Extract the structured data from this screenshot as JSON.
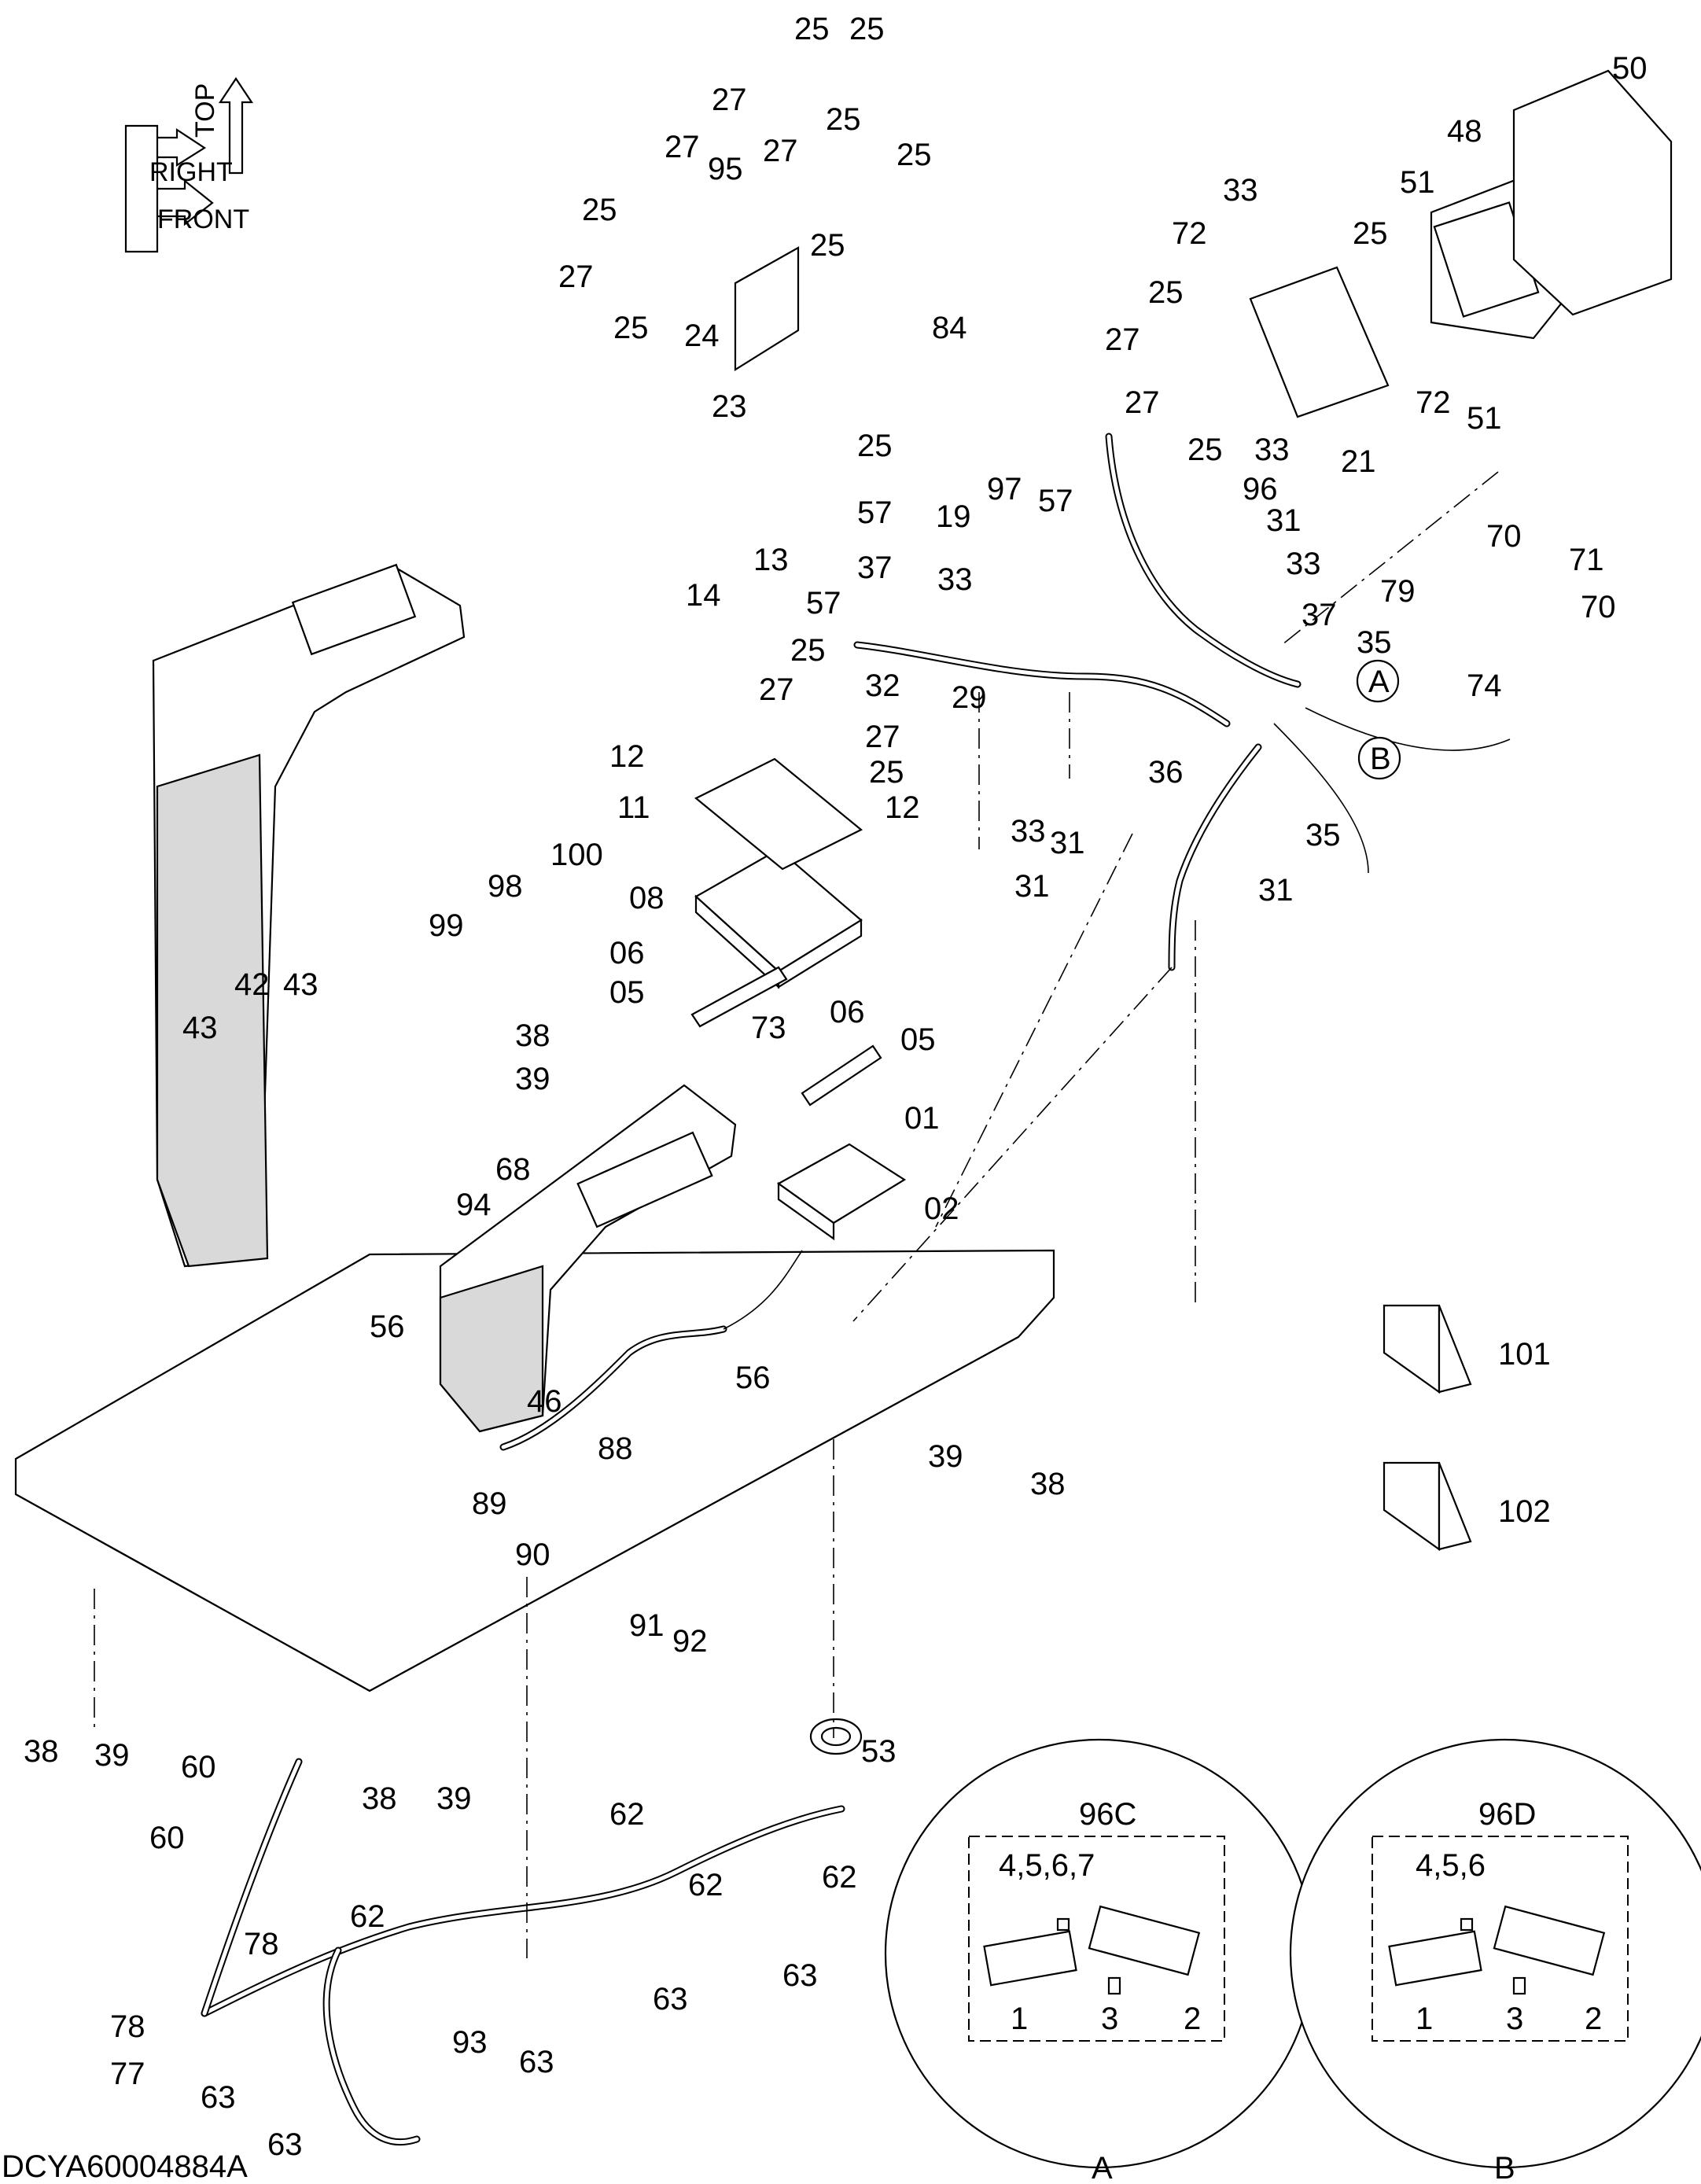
{
  "drawing_code": "DCYA60004884A",
  "orientation": {
    "labels": [
      "TOP",
      "RIGHT",
      "FRONT"
    ]
  },
  "callouts": [
    {
      "id": "c25a",
      "text": "25"
    },
    {
      "id": "c25b",
      "text": "25"
    },
    {
      "id": "c27a",
      "text": "27"
    },
    {
      "id": "c25c",
      "text": "25"
    },
    {
      "id": "c27b",
      "text": "27"
    },
    {
      "id": "c95",
      "text": "95"
    },
    {
      "id": "c27c",
      "text": "27"
    },
    {
      "id": "c25d",
      "text": "25"
    },
    {
      "id": "c25e",
      "text": "25"
    },
    {
      "id": "c25f",
      "text": "25"
    },
    {
      "id": "c27d",
      "text": "27"
    },
    {
      "id": "c25g",
      "text": "25"
    },
    {
      "id": "c24",
      "text": "24"
    },
    {
      "id": "c23",
      "text": "23"
    },
    {
      "id": "c25h",
      "text": "25"
    },
    {
      "id": "c84",
      "text": "84"
    },
    {
      "id": "c50",
      "text": "50"
    },
    {
      "id": "c48",
      "text": "48"
    },
    {
      "id": "c51a",
      "text": "51"
    },
    {
      "id": "c33a",
      "text": "33"
    },
    {
      "id": "c72a",
      "text": "72"
    },
    {
      "id": "c25i",
      "text": "25"
    },
    {
      "id": "c25j",
      "text": "25"
    },
    {
      "id": "c27e",
      "text": "27"
    },
    {
      "id": "c27f",
      "text": "27"
    },
    {
      "id": "c25k",
      "text": "25"
    },
    {
      "id": "c33b",
      "text": "33"
    },
    {
      "id": "c21",
      "text": "21"
    },
    {
      "id": "c72b",
      "text": "72"
    },
    {
      "id": "c51b",
      "text": "51"
    },
    {
      "id": "c96",
      "text": "96"
    },
    {
      "id": "c19",
      "text": "19"
    },
    {
      "id": "c97",
      "text": "97"
    },
    {
      "id": "c57a",
      "text": "57"
    },
    {
      "id": "c57b",
      "text": "57"
    },
    {
      "id": "c31a",
      "text": "31"
    },
    {
      "id": "c33c",
      "text": "33"
    },
    {
      "id": "c13",
      "text": "13"
    },
    {
      "id": "c14",
      "text": "14"
    },
    {
      "id": "c37a",
      "text": "37"
    },
    {
      "id": "c33d",
      "text": "33"
    },
    {
      "id": "c57c",
      "text": "57"
    },
    {
      "id": "c25l",
      "text": "25"
    },
    {
      "id": "c32",
      "text": "32"
    },
    {
      "id": "c29",
      "text": "29"
    },
    {
      "id": "c79",
      "text": "79"
    },
    {
      "id": "c70a",
      "text": "70"
    },
    {
      "id": "c71",
      "text": "71"
    },
    {
      "id": "c70b",
      "text": "70"
    },
    {
      "id": "c37b",
      "text": "37"
    },
    {
      "id": "c35a",
      "text": "35"
    },
    {
      "id": "c74",
      "text": "74"
    },
    {
      "id": "c27g",
      "text": "27"
    },
    {
      "id": "c27h",
      "text": "27"
    },
    {
      "id": "c25m",
      "text": "25"
    },
    {
      "id": "c12a",
      "text": "12"
    },
    {
      "id": "c11",
      "text": "11"
    },
    {
      "id": "c12b",
      "text": "12"
    },
    {
      "id": "c36",
      "text": "36"
    },
    {
      "id": "c31b",
      "text": "31"
    },
    {
      "id": "c33e",
      "text": "33"
    },
    {
      "id": "c31c",
      "text": "31"
    },
    {
      "id": "c35b",
      "text": "35"
    },
    {
      "id": "c31d",
      "text": "31"
    },
    {
      "id": "c08",
      "text": "08"
    },
    {
      "id": "c100",
      "text": "100"
    },
    {
      "id": "c98",
      "text": "98"
    },
    {
      "id": "c99",
      "text": "99"
    },
    {
      "id": "c06a",
      "text": "06"
    },
    {
      "id": "c05a",
      "text": "05"
    },
    {
      "id": "c73",
      "text": "73"
    },
    {
      "id": "c06b",
      "text": "06"
    },
    {
      "id": "c05b",
      "text": "05"
    },
    {
      "id": "c42",
      "text": "42"
    },
    {
      "id": "c43a",
      "text": "43"
    },
    {
      "id": "c43b",
      "text": "43"
    },
    {
      "id": "c38a",
      "text": "38"
    },
    {
      "id": "c39a",
      "text": "39"
    },
    {
      "id": "c01",
      "text": "01"
    },
    {
      "id": "c68",
      "text": "68"
    },
    {
      "id": "c94",
      "text": "94"
    },
    {
      "id": "c02",
      "text": "02"
    },
    {
      "id": "c56a",
      "text": "56"
    },
    {
      "id": "c46",
      "text": "46"
    },
    {
      "id": "c56b",
      "text": "56"
    },
    {
      "id": "c101",
      "text": "101"
    },
    {
      "id": "c102",
      "text": "102"
    },
    {
      "id": "c88",
      "text": "88"
    },
    {
      "id": "c89",
      "text": "89"
    },
    {
      "id": "c90",
      "text": "90"
    },
    {
      "id": "c39b",
      "text": "39"
    },
    {
      "id": "c38b",
      "text": "38"
    },
    {
      "id": "c91",
      "text": "91"
    },
    {
      "id": "c92",
      "text": "92"
    },
    {
      "id": "c38c",
      "text": "38"
    },
    {
      "id": "c39c",
      "text": "39"
    },
    {
      "id": "c60a",
      "text": "60"
    },
    {
      "id": "c38d",
      "text": "38"
    },
    {
      "id": "c39d",
      "text": "39"
    },
    {
      "id": "c53",
      "text": "53"
    },
    {
      "id": "c60b",
      "text": "60"
    },
    {
      "id": "c62a",
      "text": "62"
    },
    {
      "id": "c62b",
      "text": "62"
    },
    {
      "id": "c63a",
      "text": "63"
    },
    {
      "id": "c62c",
      "text": "62"
    },
    {
      "id": "c78a",
      "text": "78"
    },
    {
      "id": "c78b",
      "text": "78"
    },
    {
      "id": "c62d",
      "text": "62"
    },
    {
      "id": "c63b",
      "text": "63"
    },
    {
      "id": "c77",
      "text": "77"
    },
    {
      "id": "c93",
      "text": "93"
    },
    {
      "id": "c63c",
      "text": "63"
    },
    {
      "id": "c63d",
      "text": "63"
    },
    {
      "id": "c63e",
      "text": "63"
    },
    {
      "id": "cA",
      "text": "A"
    },
    {
      "id": "cB",
      "text": "B"
    }
  ],
  "details": [
    {
      "id": "A",
      "title": "96C",
      "items_label": "4,5,6,7",
      "parts": [
        "1",
        "3",
        "2"
      ],
      "view_label": "A"
    },
    {
      "id": "B",
      "title": "96D",
      "items_label": "4,5,6",
      "parts": [
        "1",
        "3",
        "2"
      ],
      "view_label": "B"
    }
  ]
}
